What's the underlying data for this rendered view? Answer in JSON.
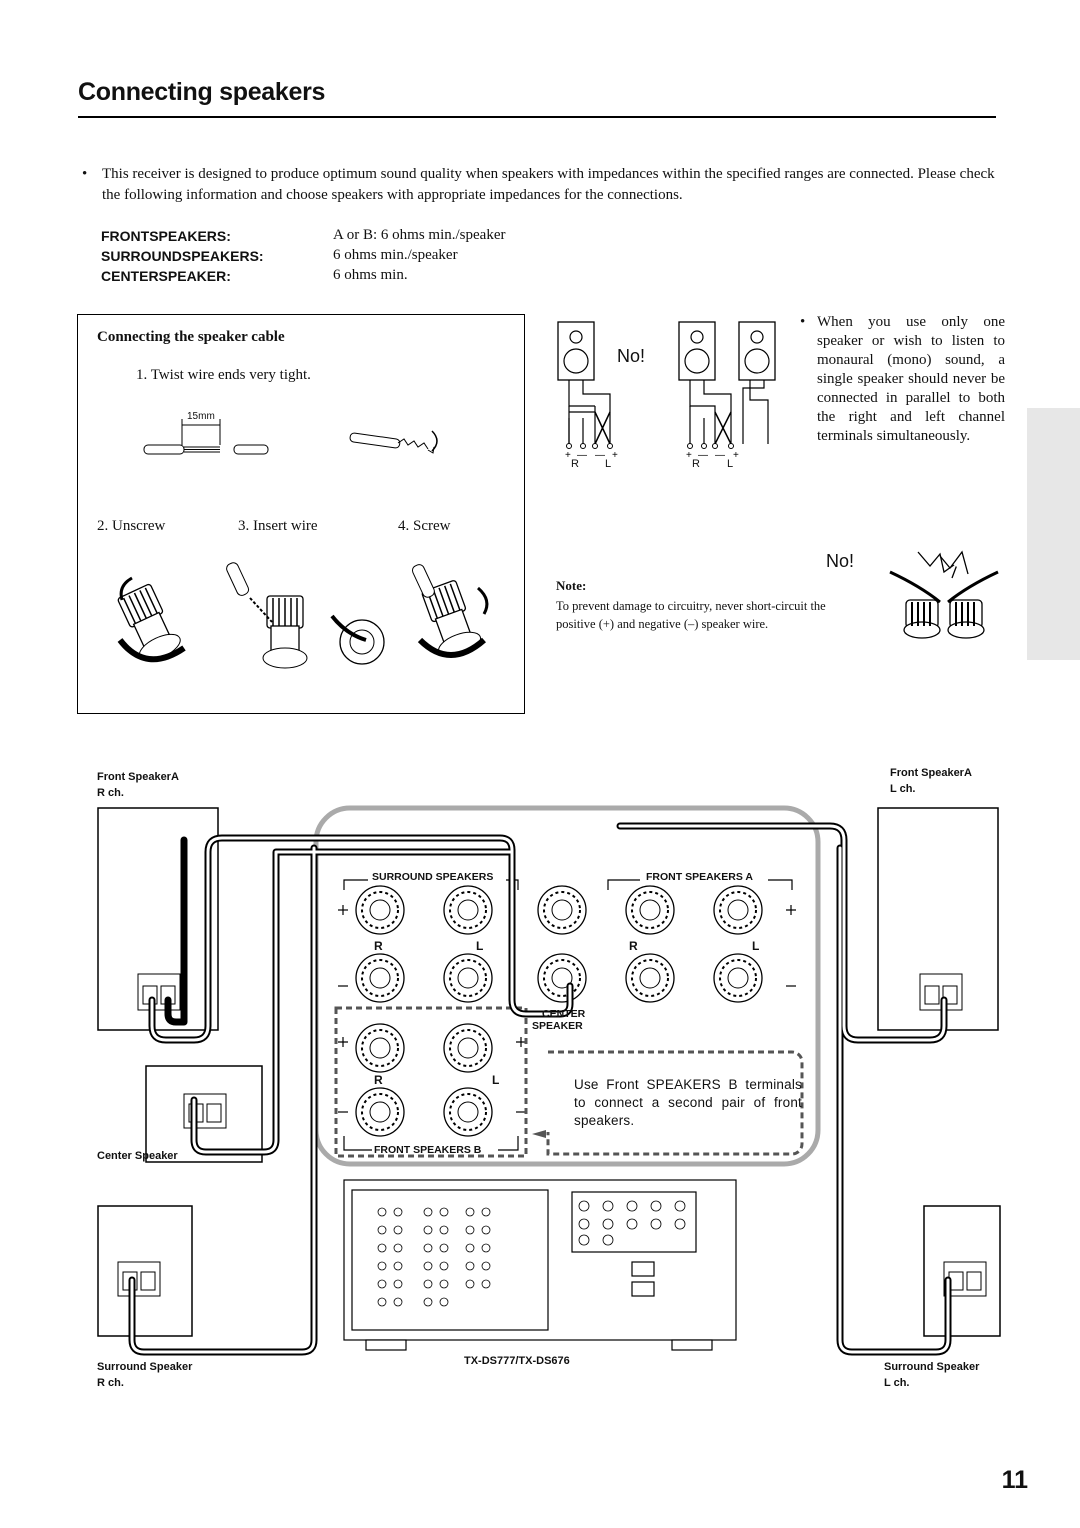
{
  "page": {
    "title": "Connecting speakers",
    "intro": "This receiver is designed to produce optimum sound quality when speakers with impedances within the specified ranges are connected. Please check the following information and choose speakers with appropriate impedances for the connections.",
    "bullet": "•",
    "specs": [
      {
        "label": "FRONTSPEAKERS:",
        "value": "A or B: 6 ohms min./speaker"
      },
      {
        "label": "SURROUNDSPEAKERS:",
        "value": "6 ohms min./speaker"
      },
      {
        "label": "CENTERSPEAKER:",
        "value": "6 ohms min."
      }
    ],
    "cable_box": {
      "title": "Connecting the speaker cable",
      "step1": "1.  Twist wire ends very tight.",
      "dim": "15mm",
      "step2": "2.  Unscrew",
      "step3": "3.  Insert wire",
      "step4": "4.  Screw"
    },
    "no_label": "No!",
    "parallel_warning": "When you use only one speaker or wish to listen to monaural (mono) sound, a single speaker should never be connected in parallel to both the right and left chan­nel terminals simulta­neously.",
    "rl": {
      "r": "R",
      "l": "L"
    },
    "note": {
      "heading": "Note:",
      "text": "To prevent damage to circuitry, never short-circuit the positive (+) and negative (–) speaker wire."
    },
    "diagram": {
      "front_a_r": [
        "Front SpeakerA",
        "R ch."
      ],
      "front_a_l": [
        "Front SpeakerA",
        "L ch."
      ],
      "center": "Center Speaker",
      "surround_r": [
        "Surround  Speaker",
        "R ch."
      ],
      "surround_l": [
        "Surround  Speaker",
        "L ch."
      ],
      "model": "TX-DS777/TX-DS676",
      "surround_panel": "SURROUND  SPEAKERS",
      "front_a_panel": "FRONT SPEAKERS A",
      "front_b_panel": "FRONT SPEAKERS B",
      "center_panel": [
        "CENTER",
        "SPEAKER"
      ],
      "use_b_note": "Use Front SPEAKERS B termi­nals to connect a second pair of front speakers."
    },
    "page_number": "11"
  }
}
